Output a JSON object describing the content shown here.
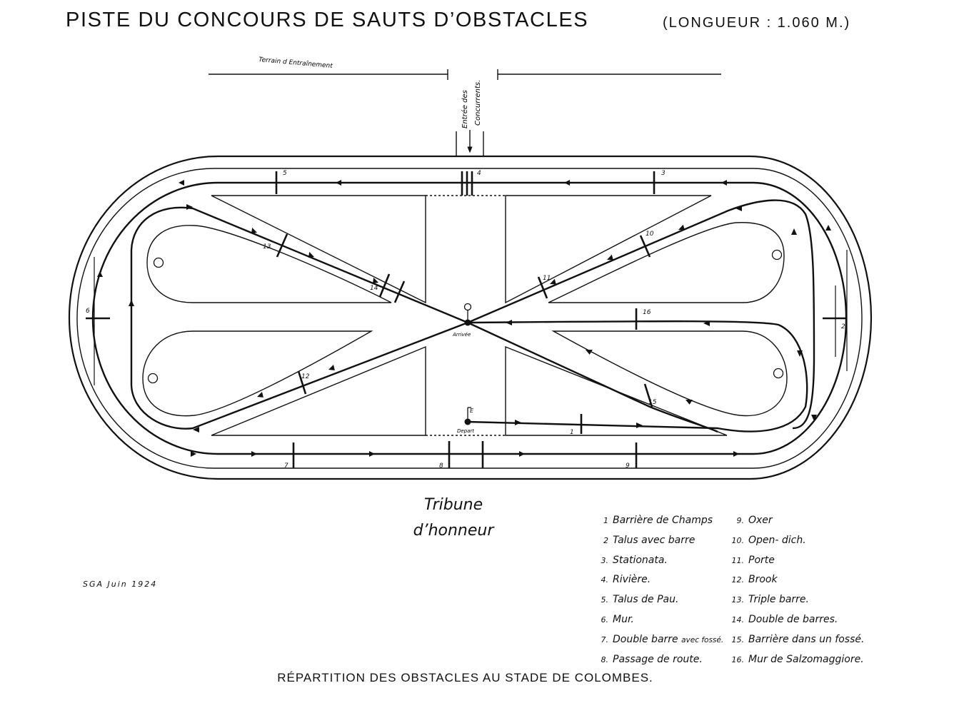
{
  "header": {
    "title": "PISTE DU CONCOURS DE SAUTS D’OBSTACLES",
    "subtitle": "(LONGUEUR : 1.060 M.)"
  },
  "plan": {
    "training_label": "Terrain d Entraînement",
    "entrance_label_1": "Entrée des",
    "entrance_label_2": "Concurrents.",
    "arrival_label": "Arrivée",
    "start_label": "Depart",
    "start_mark": "E",
    "obstacle_numbers": [
      "1",
      "2",
      "3",
      "4",
      "5",
      "6",
      "7",
      "8",
      "9",
      "10",
      "11",
      "12",
      "13",
      "14",
      "15",
      "16"
    ]
  },
  "stand": {
    "line1": "Tribune",
    "line2": "d’honneur"
  },
  "signature": "SGA Juin 1924",
  "legend": {
    "left": [
      {
        "num": "1",
        "label": "Barrière de Champs"
      },
      {
        "num": "2",
        "label": "Talus avec barre"
      },
      {
        "num": "3.",
        "label": "Stationata."
      },
      {
        "num": "4.",
        "label": "Rivière."
      },
      {
        "num": "5.",
        "label": "Talus de Pau."
      },
      {
        "num": "6.",
        "label": "Mur."
      },
      {
        "num": "7.",
        "label": "Double barre",
        "extra": "avec fossé."
      },
      {
        "num": "8.",
        "label": "Passage de route."
      }
    ],
    "right": [
      {
        "num": "9.",
        "label": "Oxer"
      },
      {
        "num": "10.",
        "label": "Open- dich."
      },
      {
        "num": "11.",
        "label": "Porte"
      },
      {
        "num": "12.",
        "label": "Brook"
      },
      {
        "num": "13.",
        "label": "Triple barre."
      },
      {
        "num": "14.",
        "label": "Double de barres."
      },
      {
        "num": "15.",
        "label": "Barrière dans un fossé."
      },
      {
        "num": "16.",
        "label": "Mur de Salzomaggiore."
      }
    ]
  },
  "footer": "RÉPARTITION DES OBSTACLES AU STADE DE COLOMBES."
}
